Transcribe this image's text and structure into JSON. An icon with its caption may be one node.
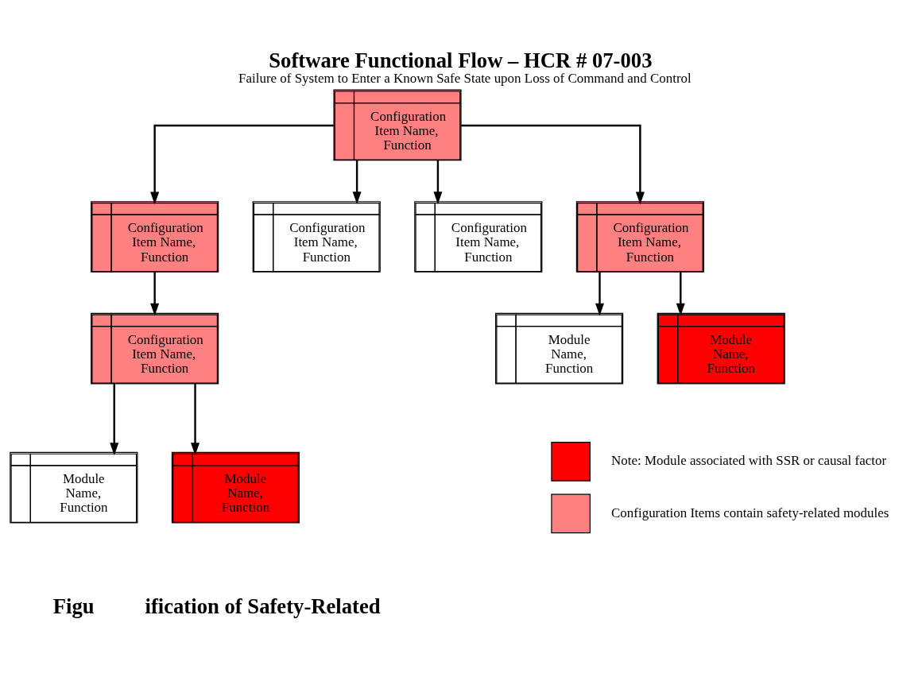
{
  "diagram": {
    "title": "Software Functional Flow – HCR # 07-003",
    "nodes": [
      {
        "text": [
          "Configuration Item Name, Function"
        ]
      },
      {
        "text": [
          "Configuration Item Name, Function"
        ]
      },
      {
        "text": [
          "Configuration Item Name, Function"
        ]
      },
      {
        "text": [
          "Configuration Item Name, Function"
        ]
      },
      {
        "text": [
          "Configuration Item Name, Function"
        ]
      },
      {
        "text": [
          "Configuration Item Name, Function"
        ]
      },
      {
        "text": [
          "Module Name, Function"
        ]
      },
      {
        "text": [
          "Module Name, Function"
        ]
      },
      {
        "text": [
          "Module Name, Function"
        ]
      },
      {
        "text": [
          "Module Name, Function"
        ]
      }
    ],
    "edges": [
      {
        "from": 0,
        "to": 1,
        "arrow": "to"
      },
      {
        "from": 0,
        "to": 2,
        "arrow": "to"
      },
      {
        "from": 0,
        "to": 3,
        "arrow": "to"
      },
      {
        "from": 0,
        "to": 4,
        "arrow": "to"
      },
      {
        "from": 1,
        "to": 5,
        "arrow": "to"
      },
      {
        "from": 4,
        "to": 6,
        "arrow": "to"
      },
      {
        "from": 4,
        "to": 7,
        "arrow": "to"
      },
      {
        "from": 5,
        "to": 8,
        "arrow": "to"
      },
      {
        "from": 5,
        "to": 9,
        "arrow": "to"
      }
    ],
    "labels": [
      "Failure of System to Enter a Known Safe State upon Loss of Command and Control",
      "Figu",
      "ification of Safety-Related"
    ],
    "legend": [
      {
        "text": "Note: Module associated with SSR or causal factor",
        "color": "#ff0000"
      },
      {
        "text": "Configuration Items contain safety-related modules",
        "color": "#ff8080"
      }
    ]
  }
}
